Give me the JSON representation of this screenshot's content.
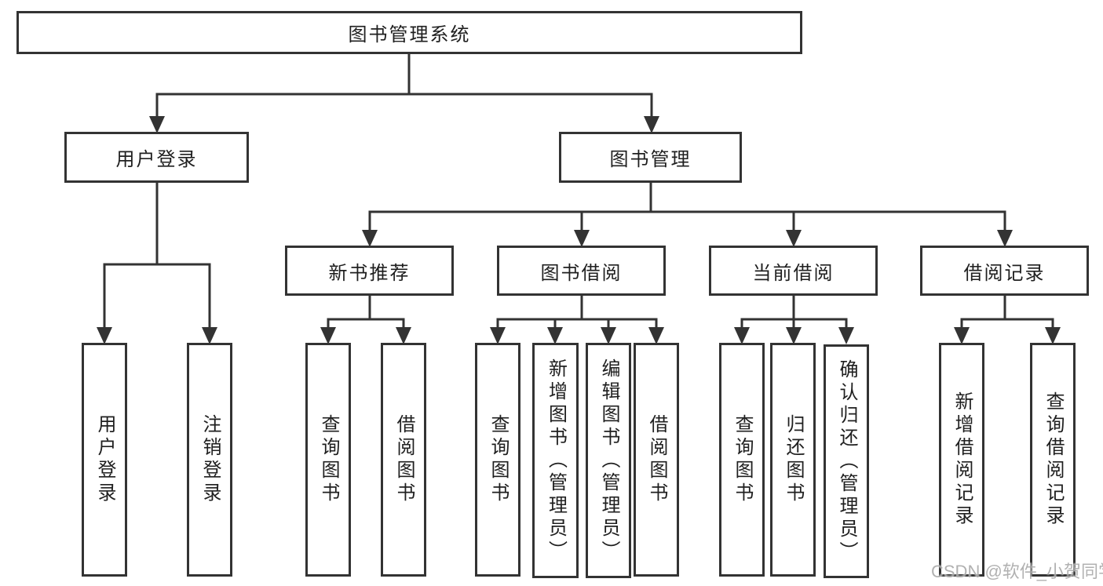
{
  "diagram": {
    "type": "hierarchy-tree",
    "colors": {
      "line": "#333333",
      "box_border": "#333333",
      "box_fill": "#ffffff",
      "text": "#1f1f1f",
      "watermark": "#ababab",
      "background": "#ffffff"
    }
  },
  "tree": {
    "label": "图书管理系统",
    "children": [
      {
        "label": "用户登录",
        "children": [
          {
            "label": "用户登录"
          },
          {
            "label": "注销登录"
          }
        ]
      },
      {
        "label": "图书管理",
        "children": [
          {
            "label": "新书推荐",
            "children": [
              {
                "label": "查询图书"
              },
              {
                "label": "借阅图书"
              }
            ]
          },
          {
            "label": "图书借阅",
            "children": [
              {
                "label": "查询图书"
              },
              {
                "label": "新增图书（管理员）"
              },
              {
                "label": "编辑图书（管理员）"
              },
              {
                "label": "借阅图书"
              }
            ]
          },
          {
            "label": "当前借阅",
            "children": [
              {
                "label": "查询图书"
              },
              {
                "label": "归还图书"
              },
              {
                "label": "确认归还（管理员）"
              }
            ]
          },
          {
            "label": "借阅记录",
            "children": [
              {
                "label": "新增借阅记录"
              },
              {
                "label": "查询借阅记录"
              }
            ]
          }
        ]
      }
    ]
  },
  "watermark": {
    "text": "CSDN @软件_小贺同学"
  }
}
